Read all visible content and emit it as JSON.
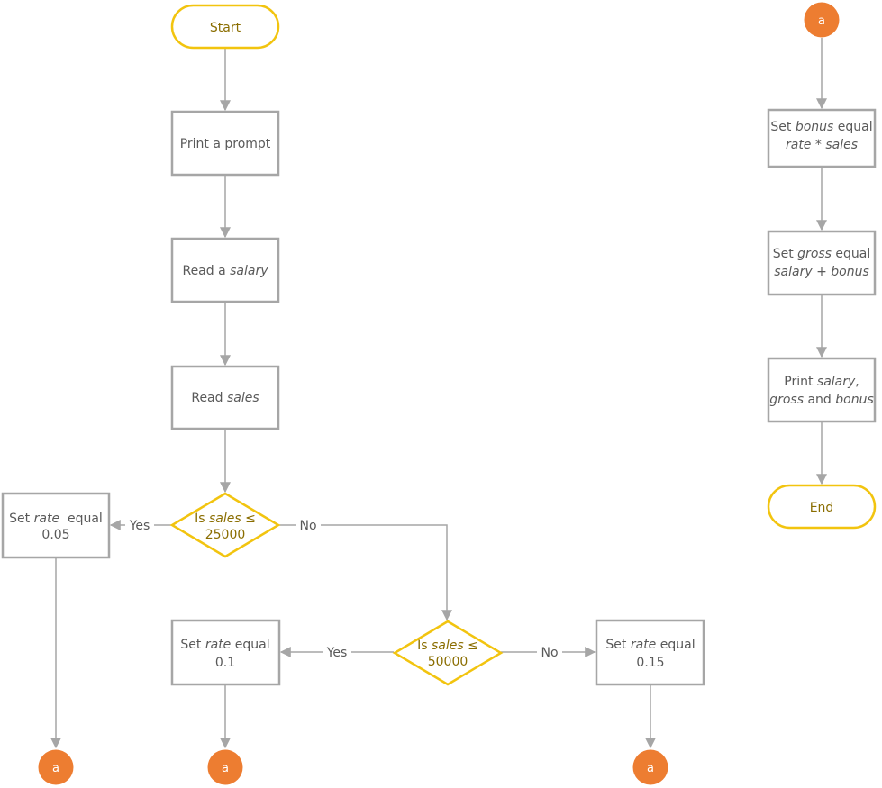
{
  "colors": {
    "process_stroke": "#a6a6a6",
    "terminal_stroke": "#f2c40f",
    "decision_stroke": "#f2c40f",
    "connector_fill": "#ed7d31",
    "connector_text": "#ffffff",
    "edge": "#a6a6a6",
    "text": "#595959"
  },
  "nodes": {
    "start": {
      "label": "Start"
    },
    "prompt": {
      "label": "Print a prompt"
    },
    "read_salary": {
      "parts": [
        {
          "t": "Read a "
        },
        {
          "t": "salary",
          "i": true
        }
      ]
    },
    "read_sales": {
      "parts": [
        {
          "t": "Read "
        },
        {
          "t": "sales",
          "i": true
        }
      ]
    },
    "decision1": {
      "line1": [
        {
          "t": "Is "
        },
        {
          "t": "sales",
          "i": true
        },
        {
          "t": " ≤"
        }
      ],
      "line2": [
        {
          "t": "25000"
        }
      ]
    },
    "rate005": {
      "line1": [
        {
          "t": "Set "
        },
        {
          "t": "rate",
          "i": true
        },
        {
          "t": "  equal"
        }
      ],
      "line2": [
        {
          "t": "0.05"
        }
      ]
    },
    "decision2": {
      "line1": [
        {
          "t": "Is "
        },
        {
          "t": "sales",
          "i": true
        },
        {
          "t": " ≤"
        }
      ],
      "line2": [
        {
          "t": "50000"
        }
      ]
    },
    "rate01": {
      "line1": [
        {
          "t": "Set "
        },
        {
          "t": "rate",
          "i": true
        },
        {
          "t": " equal"
        }
      ],
      "line2": [
        {
          "t": "0.1"
        }
      ]
    },
    "rate015": {
      "line1": [
        {
          "t": "Set "
        },
        {
          "t": "rate",
          "i": true
        },
        {
          "t": " equal"
        }
      ],
      "line2": [
        {
          "t": "0.15"
        }
      ]
    },
    "bonus": {
      "line1": [
        {
          "t": "Set "
        },
        {
          "t": "bonus",
          "i": true
        },
        {
          "t": " equal"
        }
      ],
      "line2": [
        {
          "t": "rate",
          "i": true
        },
        {
          "t": " * "
        },
        {
          "t": "sales",
          "i": true
        }
      ]
    },
    "gross": {
      "line1": [
        {
          "t": "Set "
        },
        {
          "t": "gross",
          "i": true
        },
        {
          "t": " equal"
        }
      ],
      "line2": [
        {
          "t": "salary",
          "i": true
        },
        {
          "t": " + "
        },
        {
          "t": "bonus",
          "i": true
        }
      ]
    },
    "print": {
      "line1": [
        {
          "t": "Print "
        },
        {
          "t": "salary",
          "i": true
        },
        {
          "t": ","
        }
      ],
      "line2": [
        {
          "t": "gross",
          "i": true
        },
        {
          "t": " and "
        },
        {
          "t": "bonus",
          "i": true
        }
      ]
    },
    "end": {
      "label": "End"
    }
  },
  "connectors": {
    "top": "a",
    "c1": "a",
    "c2": "a",
    "c3": "a"
  },
  "edge_labels": {
    "d1_yes": "Yes",
    "d1_no": "No",
    "d2_yes": "Yes",
    "d2_no": "No"
  }
}
